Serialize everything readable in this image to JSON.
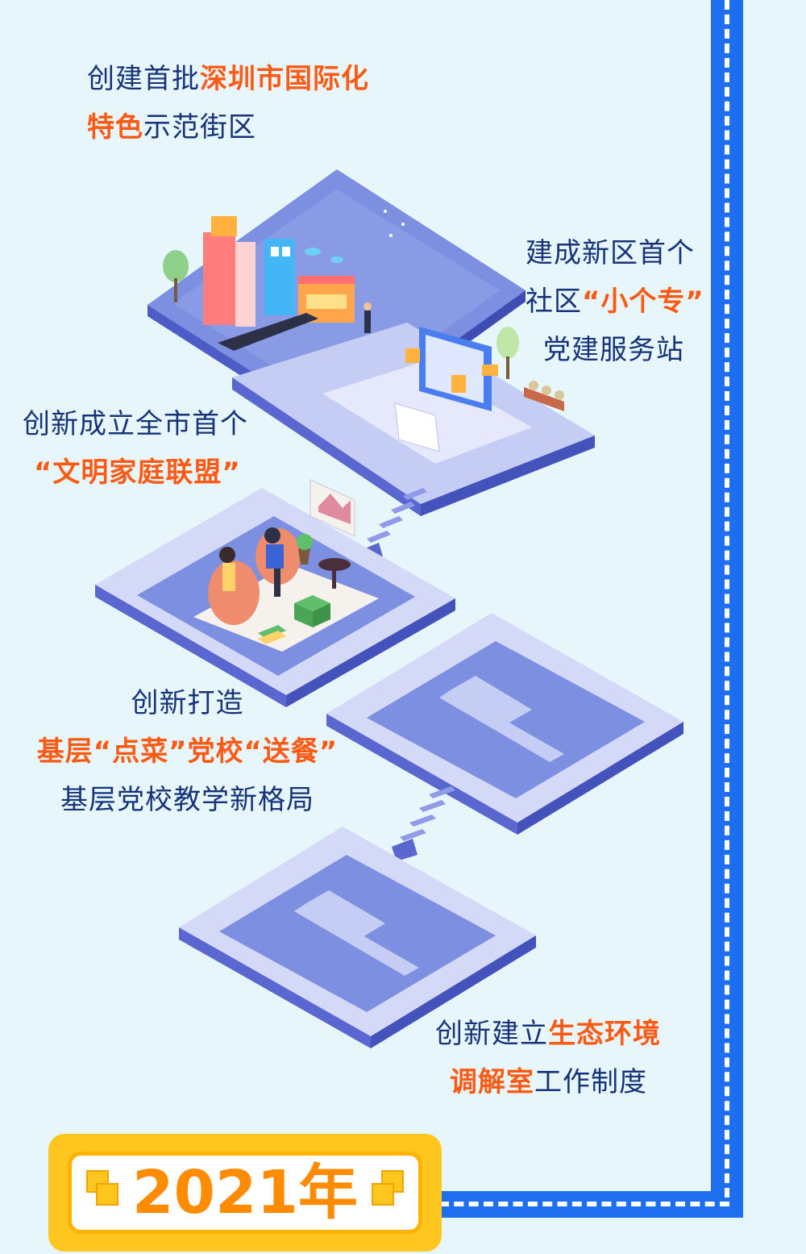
{
  "items": [
    {
      "lines": [
        [
          {
            "t": "创建首批"
          },
          {
            "t": "深圳市国际化",
            "hl": true
          }
        ],
        [
          {
            "t": "特色",
            "hl": true
          },
          {
            "t": "示范街区"
          }
        ]
      ]
    },
    {
      "lines": [
        [
          {
            "t": "建成新区首个"
          }
        ],
        [
          {
            "t": "社区"
          },
          {
            "t": "“小个专”",
            "hl": true
          }
        ],
        [
          {
            "t": "党建服务站"
          }
        ]
      ]
    },
    {
      "lines": [
        [
          {
            "t": "创新成立全市首个"
          }
        ],
        [
          {
            "t": "“文明家庭联盟”",
            "hl": true
          }
        ]
      ]
    },
    {
      "lines": [
        [
          {
            "t": "创新打造"
          }
        ],
        [
          {
            "t": "基层“点菜”党校“送餐”",
            "hl": true
          }
        ],
        [
          {
            "t": "基层党校教学新格局"
          }
        ]
      ]
    },
    {
      "lines": [
        [
          {
            "t": "创新建立"
          },
          {
            "t": "生态环境",
            "hl": true
          }
        ],
        [
          {
            "t": "调解室",
            "hl": true
          },
          {
            "t": "工作制度"
          }
        ]
      ]
    }
  ],
  "year": "2021年",
  "colors": {
    "accent": "#ff5a14",
    "text": "#16337a",
    "frame": "#1e6ff0",
    "badge": "#ffc61f"
  }
}
